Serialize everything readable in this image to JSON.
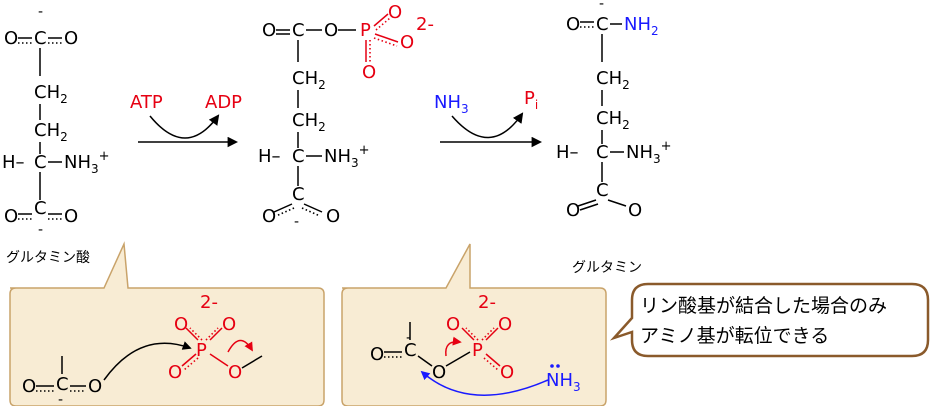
{
  "labels": {
    "glutamate": "グルタミン酸",
    "glutamine": "グルタミン",
    "atp": "ATP",
    "adp": "ADP",
    "nh3_reactant_main": "NH",
    "nh3_reactant_sub": "3",
    "pi_main": "P",
    "pi_sub": "i",
    "phosphate_charge": "2-",
    "callout_line1": "リン酸基が結合した場合のみ",
    "callout_line2": "アミノ基が転位できる"
  },
  "atoms": {
    "O": "O",
    "C": "C",
    "H": "H",
    "P": "P",
    "CH": "CH",
    "two": "2",
    "NH": "NH",
    "three": "3",
    "plus": "+",
    "minus": "-",
    "dash_h": "H–",
    "nh2_main": "NH",
    "nh2_sub": "2"
  },
  "colors": {
    "black": "#000000",
    "phosphate_red": "#e60012",
    "amine_blue": "#1a1aff",
    "box_fill": "#f8ecd4",
    "box_stroke": "#c9a36a",
    "callout_stroke": "#8a5a2b"
  },
  "icons": {
    "reaction_arrow": "curved-arrow"
  }
}
